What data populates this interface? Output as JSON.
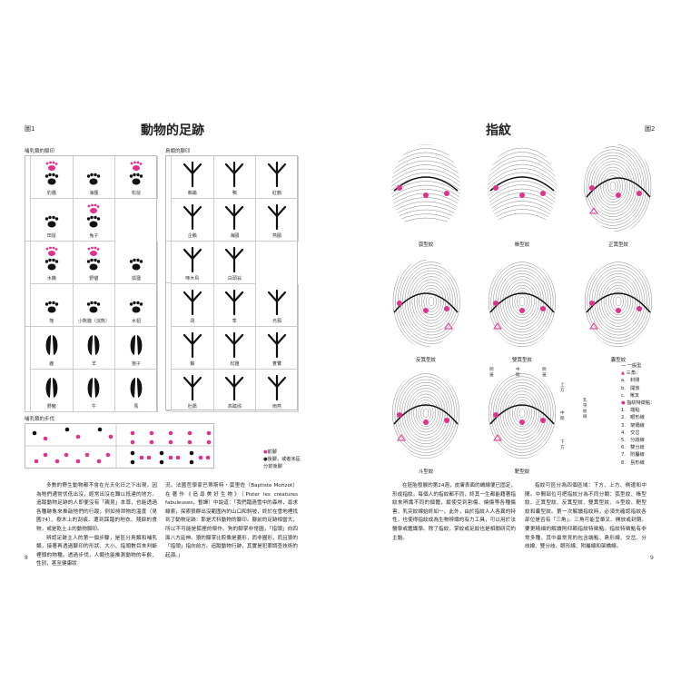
{
  "left_page": {
    "figure_label": "圖1",
    "title": "動物的足跡",
    "mammal_section": "哺乳類的腳印",
    "bird_section": "鳥類的腳印",
    "gait_section": "哺乳類的步伐",
    "mammals": [
      "豹貓",
      "海狸",
      "松鼠",
      "田鼠",
      "兔子",
      "",
      "水獺",
      "野貓",
      "狐狸",
      "熊",
      "小熊貓（浣熊）",
      "水貂",
      "鹿",
      "羊",
      "狍子",
      "野豬",
      "牛",
      "馬"
    ],
    "birds": [
      "鵜鶘",
      "鴨",
      "紅鶴",
      "企鵝",
      "海鷗",
      "燕鷗",
      "啄木鳥",
      "白頭翁",
      "",
      "鴿",
      "隼",
      "烏鴉",
      "鵝",
      "松雞",
      "蒼鷺",
      "杜鵑",
      "高蹺鴴",
      "雨燕"
    ],
    "gait_legend": {
      "front": "前腳",
      "hind": "後腳，或者未區分前後腳"
    },
    "body_col1": [
      "多數的野生動物都不會在光天化日之下出現，因為牠們通常伏低出沒，經常出沒在難以抵達的地方。追蹤動物足跡的人即便沒有「親見」本尊，也能透過各種跡象來推敲牠們的行蹤，例如排泄物的溫度（見圖74）、樹木上的刮痕、遭到踩踏的地衣、殘餘的食物，或是乾土上的動物腳印。",
      "辨認足跡主人的第一個步驟，是區分鳥類和哺乳類，接著再透過腳印的形狀、大小、指頭數目來判斷裡頭的物種。透過步伐，人類也能推測動物的年齡、性別，甚至健康狀"
    ],
    "body_col2": "況。法國哲學家巴蒂斯特・莫里佐（Baptiste Morizot）在著作《追尋美好生物》（Pister les créatures fabuleuses，暫譯）中說道：「我們踏過雪中的森林，尋求線索，探索狼群出沒範圍內的山口和斜坡，終於在雪地裡找到了動物足跡：那是犬科動物的腳印。腳前的足跡相當大，所以不可能是狐狸的傑作。狗的腳掌非常圓，「指頭」向四面八方延伸。狼的腳掌比較像是菱形，而非圓形，而且狼的「指頭」指向前方。追蹤動物行跡，其實是犯罪調查技術的起源。」",
    "page_number": "8"
  },
  "right_page": {
    "figure_label": "圖2",
    "title": "指紋",
    "prints": [
      "弧型紋",
      "帳型紋",
      "正箕型紋",
      "反箕型紋",
      "雙箕型紋",
      "囊型紋",
      "斗型紋",
      "靶型紋"
    ],
    "zones": {
      "side": "側邊",
      "middle": "中間",
      "top": "上方",
      "ridge": "乳突紋線",
      "middle2": "中間",
      "bottom": "下方"
    },
    "legend": {
      "general": "一般型",
      "delta": "三角：",
      "deltas": [
        "a.　封閉",
        "b.　開放",
        "c.　單叉"
      ],
      "minutiae": "指紋特徵點：",
      "points": [
        "1.　端點",
        "2.　眼形線",
        "3.　架橋線",
        "4.　交岔",
        "5.　分歧線",
        "6.　雙分歧",
        "7.　附屬線",
        "8.　島形線"
      ]
    },
    "body_col1": "在胚胎發展的第24週，皮膚表面的嵴線便已固定，形成指紋。每個人的指紋都不同，終其一生都能藉著指紋來辨識不同的個體，縱使受到割傷、燒傷等各種傷害，乳突紋線始終如一。此外，由於指紋人人各異的特性，也使得指紋成為生物辨識的有力工具，可以用於法醫學或鑑識學。除了指紋，掌紋或足紋也是相關研究的主題。",
    "body_col2": "指紋可區分為四個區域：下方、上方、側邊和中間。中間部位可把指紋分為不同分類：弧型紋、帳型紋、正箕型紋、反箕型紋、雙箕型紋、斗型紋、靶型紋和囊型紋。第一次解讀指紋時，必須先確認指紋各部位是否有「三角」。三角可能呈單叉、開放或封閉。要更精細的解讀則仰賴指紋特徵點。指紋特徵點有非常多種，其中最常見的包含端點、島形線、交岔、分歧線、雙分歧、眼形線、附屬線和架橋線。",
    "page_number": "9"
  },
  "colors": {
    "accent": "#e0318f",
    "ink": "#111111"
  }
}
